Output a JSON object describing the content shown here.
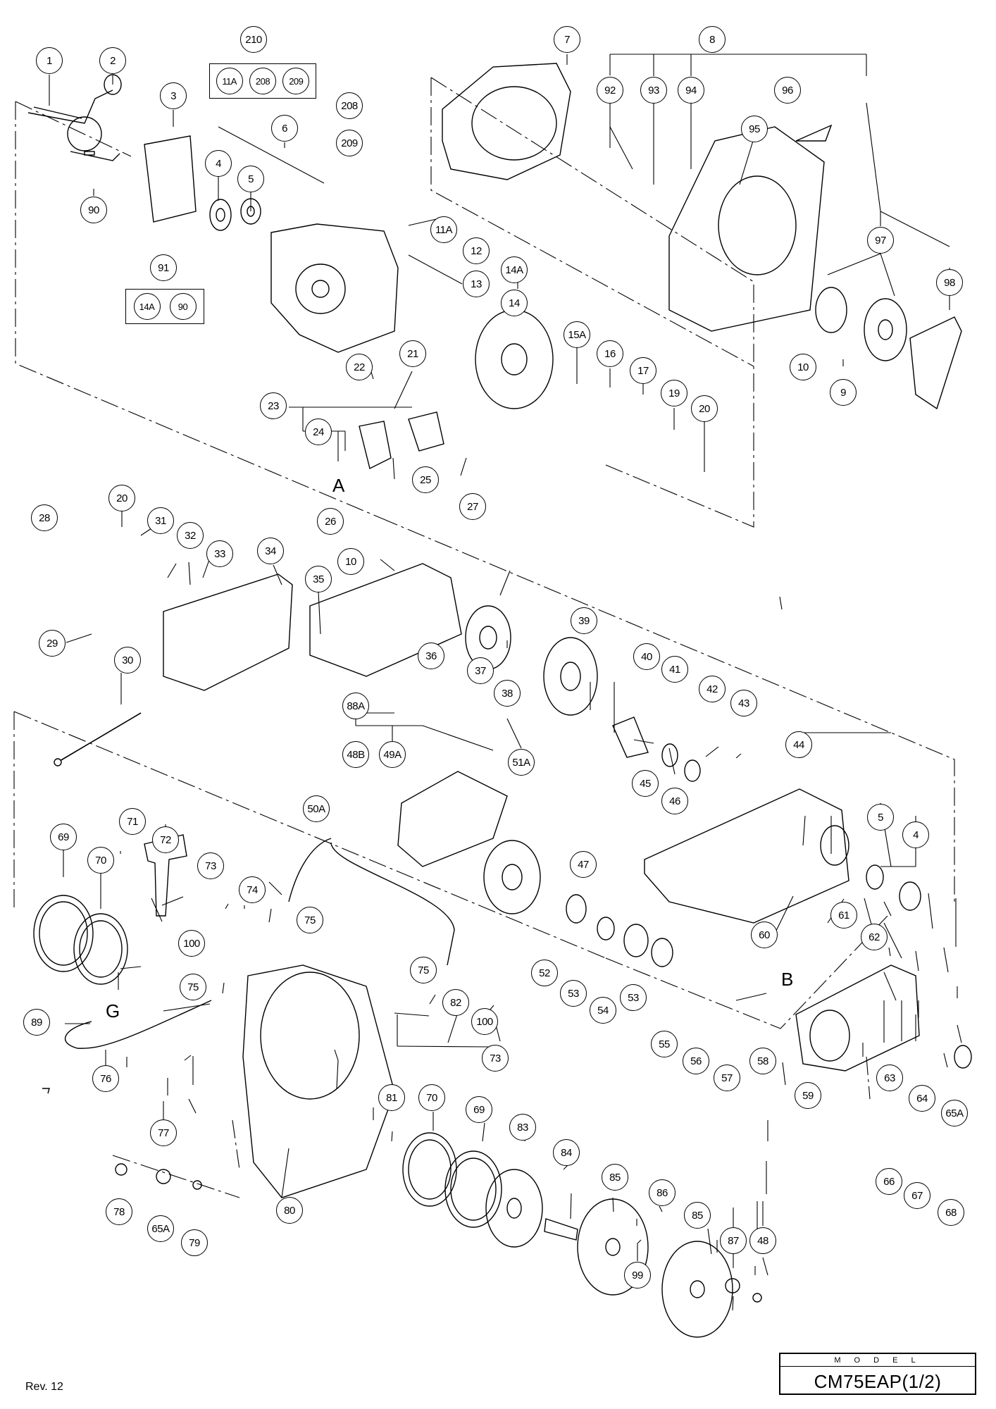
{
  "revision": "Rev. 12",
  "model_label": "M O D E L",
  "model_name": "CM75EAP(1/2)",
  "callouts": {
    "c1": "1",
    "c2": "2",
    "c3": "3",
    "c4": "4",
    "c5": "5",
    "c6": "6",
    "c7": "7",
    "c8": "8",
    "c9": "9",
    "c10": "10",
    "c10b": "10",
    "c11A": "11A",
    "c12": "12",
    "c13": "13",
    "c14": "14",
    "c14A": "14A",
    "c15A": "15A",
    "c16": "16",
    "c17": "17",
    "c19": "19",
    "c20": "20",
    "c20b": "20",
    "c21": "21",
    "c22": "22",
    "c23": "23",
    "c24": "24",
    "c25": "25",
    "c26": "26",
    "c27": "27",
    "c28": "28",
    "c29": "29",
    "c30": "30",
    "c31": "31",
    "c32": "32",
    "c33": "33",
    "c34": "34",
    "c35": "35",
    "c36": "36",
    "c37": "37",
    "c38": "38",
    "c39": "39",
    "c40": "40",
    "c41": "41",
    "c42": "42",
    "c43": "43",
    "c44": "44",
    "c45": "45",
    "c46": "46",
    "c47": "47",
    "c48": "48",
    "c48B": "48B",
    "c49A": "49A",
    "c50A": "50A",
    "c51A": "51A",
    "c52": "52",
    "c53": "53",
    "c53b": "53",
    "c54": "54",
    "c55": "55",
    "c56": "56",
    "c57": "57",
    "c58": "58",
    "c59": "59",
    "c60": "60",
    "c61": "61",
    "c62": "62",
    "c63": "63",
    "c64": "64",
    "c65A": "65A",
    "c65Ab": "65A",
    "c66": "66",
    "c67": "67",
    "c68": "68",
    "c69": "69",
    "c69b": "69",
    "c70": "70",
    "c70b": "70",
    "c71": "71",
    "c72": "72",
    "c73": "73",
    "c73b": "73",
    "c74": "74",
    "c75": "75",
    "c75b": "75",
    "c75c": "75",
    "c76": "76",
    "c77": "77",
    "c78": "78",
    "c79": "79",
    "c80": "80",
    "c81": "81",
    "c82": "82",
    "c83": "83",
    "c84": "84",
    "c85": "85",
    "c85b": "85",
    "c86": "86",
    "c87": "87",
    "c88A": "88A",
    "c89": "89",
    "c90": "90",
    "c91": "91",
    "c92": "92",
    "c93": "93",
    "c94": "94",
    "c95": "95",
    "c96": "96",
    "c97": "97",
    "c98": "98",
    "c99": "99",
    "c100": "100",
    "c100b": "100",
    "c208": "208",
    "c209": "209",
    "c210": "210",
    "c4b": "4",
    "c5b": "5"
  },
  "kits": {
    "k210": [
      "11A",
      "208",
      "209"
    ],
    "k91": [
      "14A",
      "90"
    ]
  },
  "connection_letters": {
    "A": "A",
    "B": "B",
    "G": "G"
  }
}
